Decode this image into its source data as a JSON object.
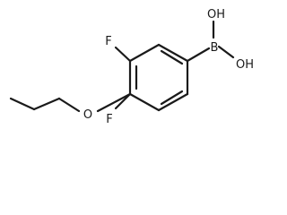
{
  "molecule": {
    "atoms": {
      "f_top": "F",
      "f_bottom": "F",
      "o_ether": "O",
      "b": "B",
      "oh_top": "OH",
      "oh_right": "OH"
    },
    "colors": {
      "ink": "#1a1a1a",
      "background": "#ffffff"
    }
  }
}
